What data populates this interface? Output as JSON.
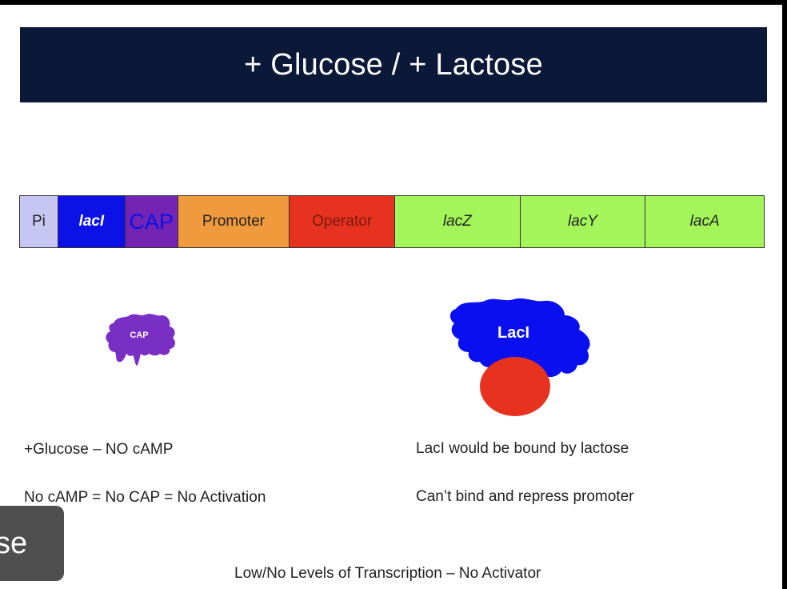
{
  "title": "+ Glucose / + Lactose",
  "segments": [
    {
      "id": "pi",
      "label": "Pi",
      "color": "#c7c6f2",
      "text_color": "#222222",
      "italic": false,
      "bold": false,
      "big": false
    },
    {
      "id": "laci",
      "label": "lacI",
      "color": "#0c12e6",
      "text_color": "#ffffff",
      "italic": true,
      "bold": true,
      "big": false
    },
    {
      "id": "cap",
      "label": "CAP",
      "color": "#7324b4",
      "text_color": "#0c12e6",
      "italic": false,
      "bold": false,
      "big": true
    },
    {
      "id": "promoter",
      "label": "Promoter",
      "color": "#ef9a3c",
      "text_color": "#222222",
      "italic": false,
      "bold": false,
      "big": false
    },
    {
      "id": "operator",
      "label": "Operator",
      "color": "#e6321e",
      "text_color": "#7a1a12",
      "italic": false,
      "bold": false,
      "big": false
    },
    {
      "id": "lacz",
      "label": "lacZ",
      "color": "#a3f55a",
      "text_color": "#222222",
      "italic": true,
      "bold": false,
      "big": false
    },
    {
      "id": "lacy",
      "label": "lacY",
      "color": "#a3f55a",
      "text_color": "#222222",
      "italic": true,
      "bold": false,
      "big": false
    },
    {
      "id": "laca",
      "label": "lacA",
      "color": "#a3f55a",
      "text_color": "#222222",
      "italic": true,
      "bold": false,
      "big": false
    }
  ],
  "proteins": {
    "cap": {
      "label": "CAP",
      "color": "#7a2fc4"
    },
    "laci": {
      "label": "LacI",
      "color": "#0a0ff0",
      "lactose_color": "#e6321e"
    }
  },
  "captions": {
    "left_1": "+Glucose – NO cAMP",
    "left_2": "No cAMP = No CAP = No Activation",
    "right_1": "LacI would be bound by lactose",
    "right_2": "Can’t bind and repress promoter",
    "bottom": "Low/No Levels of Transcription – No Activator"
  },
  "overlay": {
    "text": "se"
  }
}
